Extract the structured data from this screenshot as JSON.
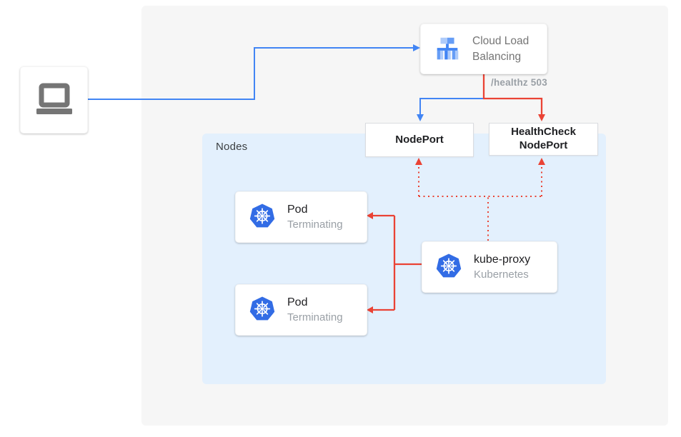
{
  "colors": {
    "blue": "#4285f4",
    "red": "#ea4335",
    "k8s_blue": "#326ce5",
    "panel_bg": "#f6f6f6",
    "nodes_bg": "#e3f0fd",
    "border_gray": "#dadce0",
    "text_dark": "#212124",
    "text_gray": "#757575",
    "text_light_gray": "#9aa0a6",
    "icon_gray": "#757575",
    "clb_icon_light": "#aecbfa",
    "clb_icon_medium": "#669df6",
    "clb_icon_dark": "#4285f4"
  },
  "diagram": {
    "client": {
      "icon": "laptop-icon"
    },
    "load_balancer": {
      "label": "Cloud Load Balancing",
      "icon": "cloud-load-balancing-icon"
    },
    "health_label": "/healthz 503",
    "nodeport": {
      "label": "NodePort"
    },
    "healthcheck_nodeport": {
      "label": "HealthCheck NodePort"
    },
    "nodes_group": {
      "label": "Nodes"
    },
    "pods": [
      {
        "title": "Pod",
        "subtitle": "Terminating",
        "icon": "kubernetes-icon"
      },
      {
        "title": "Pod",
        "subtitle": "Terminating",
        "icon": "kubernetes-icon"
      }
    ],
    "kube_proxy": {
      "title": "kube-proxy",
      "subtitle": "Kubernetes",
      "icon": "kubernetes-icon"
    }
  }
}
